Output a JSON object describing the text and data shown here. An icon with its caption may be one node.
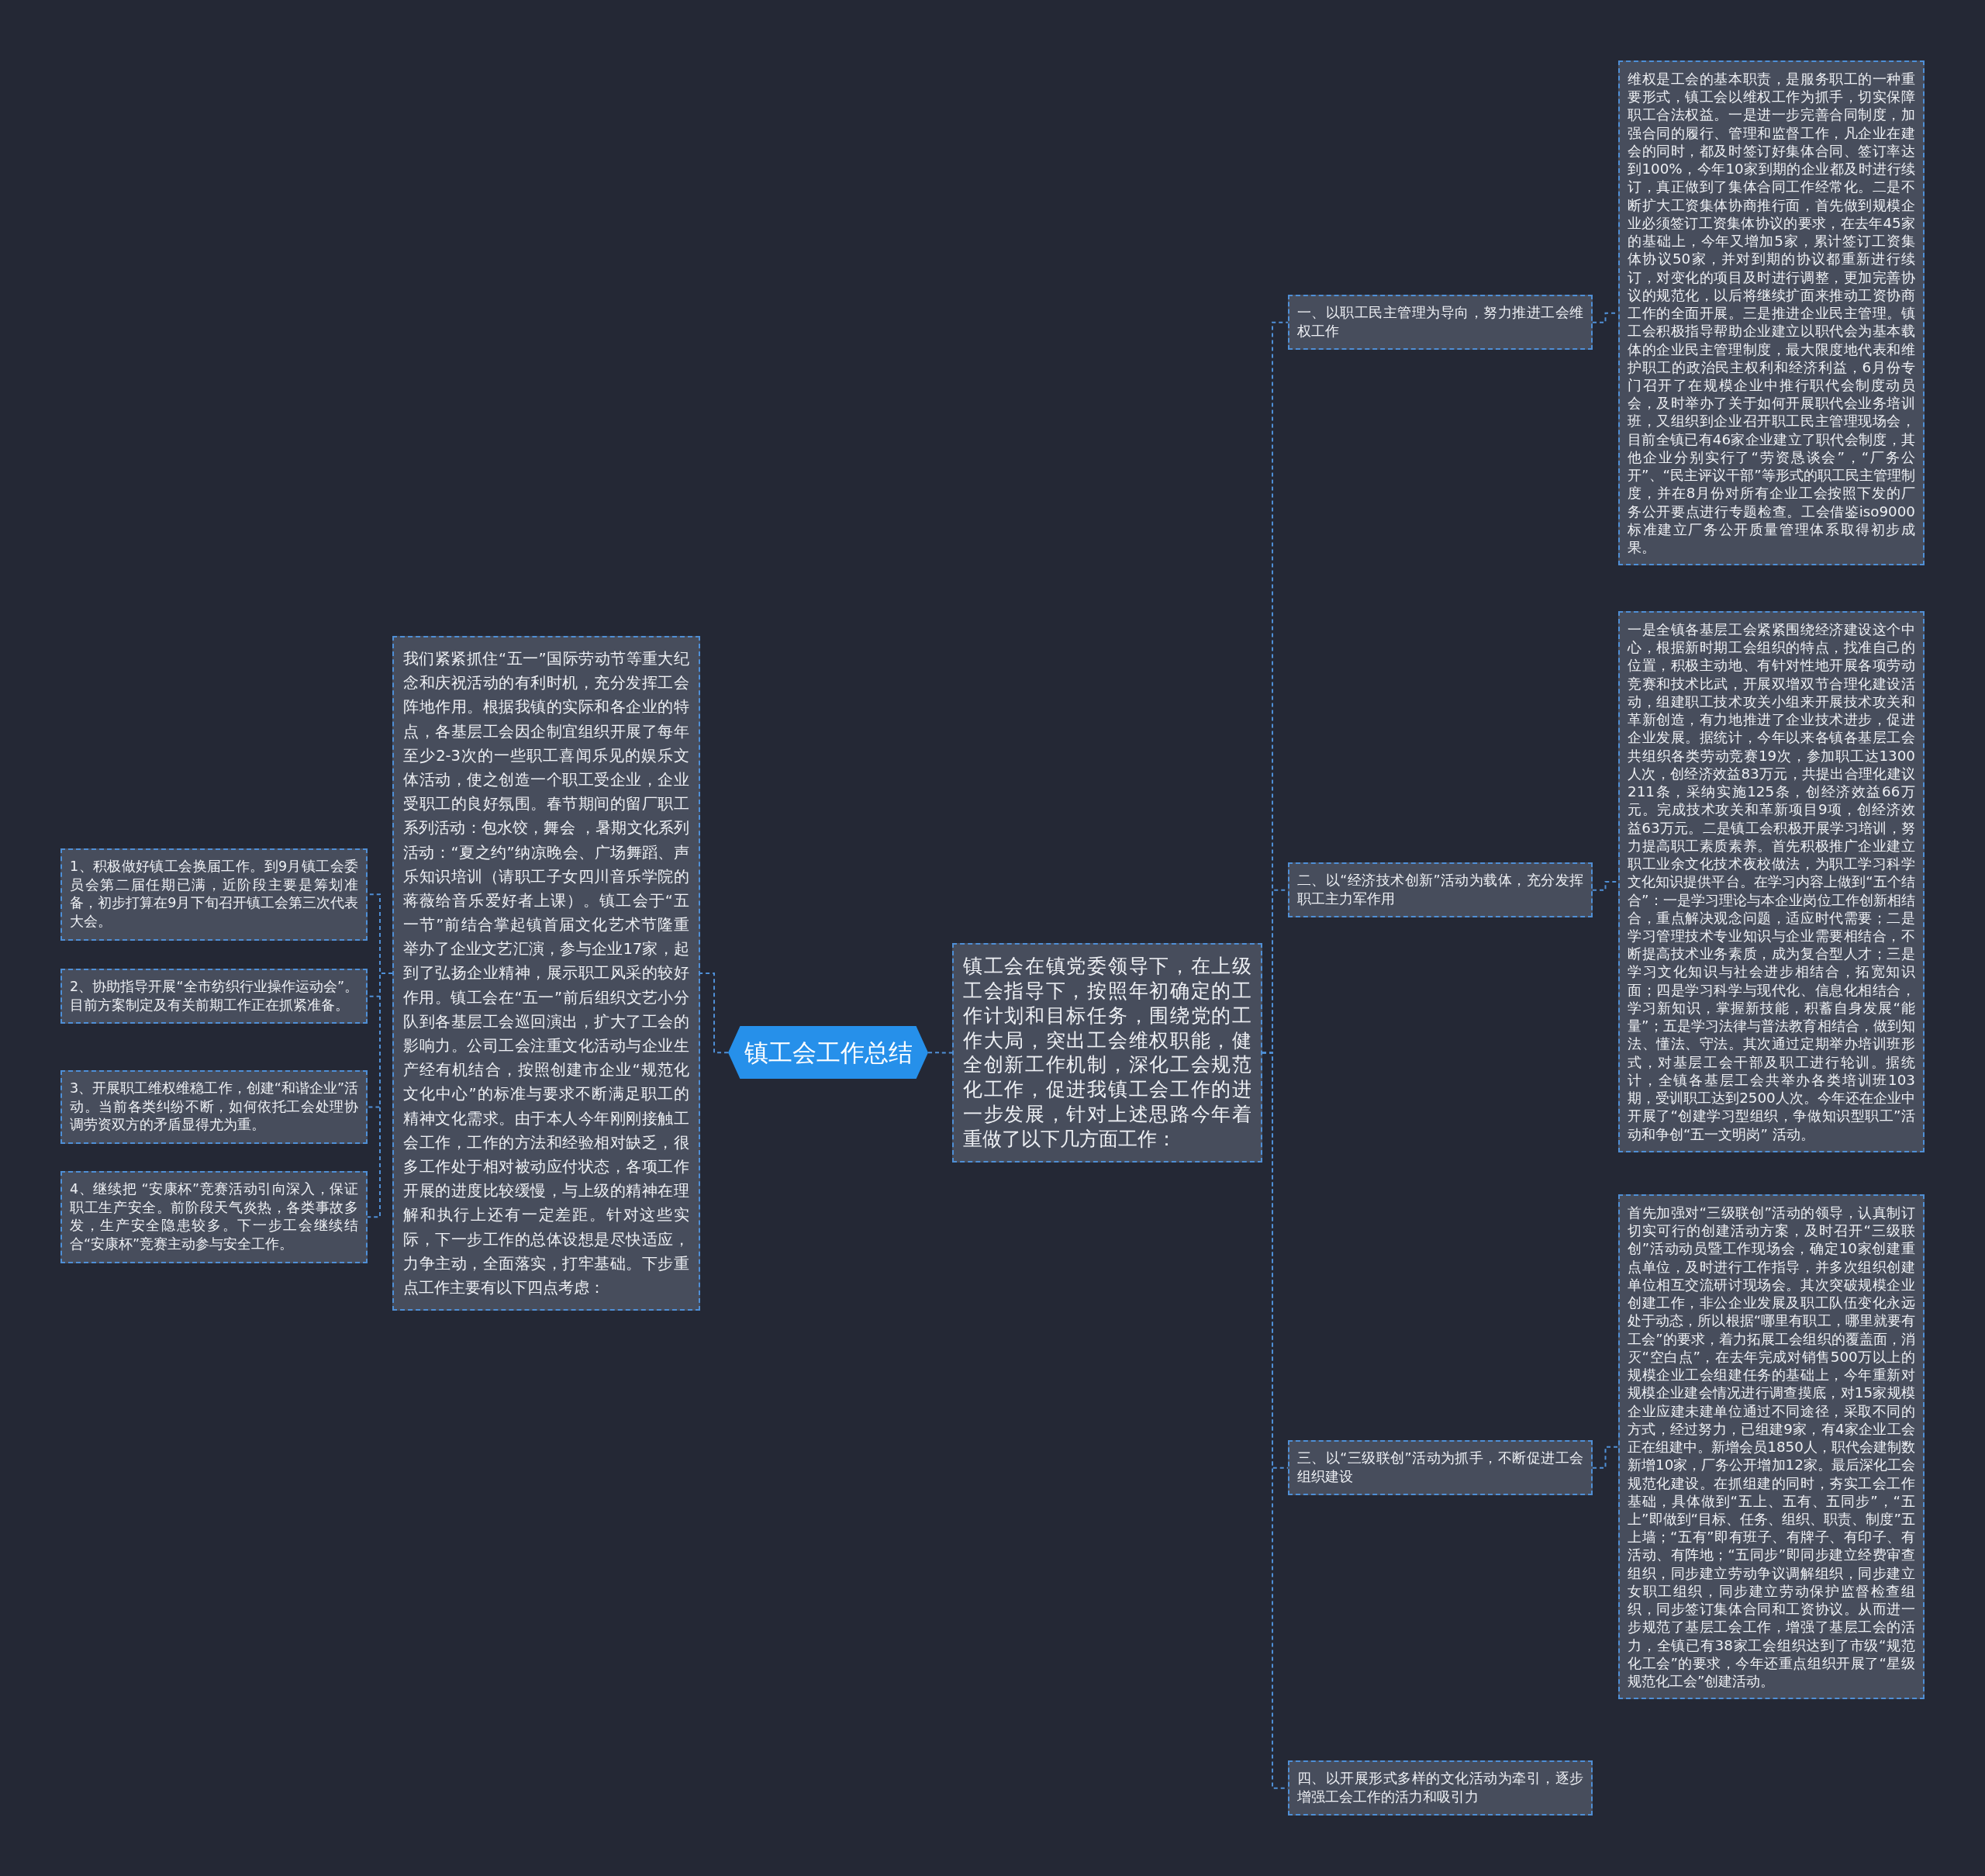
{
  "diagram": {
    "nodes": [
      {
        "text": [
          "镇工会工作总结"
        ]
      },
      {
        "text": [
          "我们紧紧抓住“五一”国际劳动节等重大纪念和庆祝活动的有利时机，充分发挥工会阵地作用。根据我镇的实际和各企业的特点，各基层工会因企制宜组织开展了每年至少2-3次的一些职工喜闻乐见的娱乐文体活动，使之创造一个职工受企业，企业受职工的良好氛围。春节期间的留厂职工系列活动：包水饺，舞会 ，暑期文化系列活动：“夏之约”纳凉晚会、广场舞蹈、声乐知识培训（请职工子女四川音乐学院的蒋薇给音乐爱好者上课）。镇工会于“五一节”前结合掌起镇首届文化艺术节隆重举办了企业文艺汇演，参与企业17家，起到了弘扬企业精神，展示职工风采的较好作用。镇工会在“五一”前后组织文艺小分队到各基层工会巡回演出，扩大了工会的影响力。公司工会注重文化活动与企业生产经有机结合，按照创建市企业“规范化文化中心”的标准与要求不断满足职工的精神文化需求。由于本人今年刚刚接触工会工作，工作的方法和经验相对缺乏，很多工作处于相对被动应付状态，各项工作开展的进度比较缓慢，与上级的精神在理解和执行上还有一定差距。针对这些实际，下一步工作的总体设想是尽快适应，力争主动，全面落实，打牢基础。下步重点工作主要有以下四点考虑："
        ]
      },
      {
        "text": [
          "1、积极做好镇工会换届工作。到9月镇工会委员会第二届任期已满，近阶段主要是筹划准备，初步打算在9月下旬召开镇工会第三次代表大会。"
        ]
      },
      {
        "text": [
          "2、协助指导开展“全市纺织行业操作运动会”。目前方案制定及有关前期工作正在抓紧准备。"
        ]
      },
      {
        "text": [
          "3、开展职工维权维稳工作，创建“和谐企业”活动。当前各类纠纷不断，如何依托工会处理协调劳资双方的矛盾显得尤为重。"
        ]
      },
      {
        "text": [
          "4、继续把 “安康杯”竞赛活动引向深入，保证职工生产安全。前阶段天气炎热，各类事故多发，生产安全隐患较多。下一步工会继续结合“安康杯”竞赛主动参与安全工作。"
        ]
      },
      {
        "text": [
          "镇工会在镇党委领导下，在上级工会指导下，按照年初确定的工作计划和目标任务，围绕党的工作大局，突出工会维权职能，健全创新工作机制，深化工会规范化工作，促进我镇工会工作的进一步发展，针对上述思路今年着重做了以下几方面工作："
        ]
      },
      {
        "text": [
          "一、以职工民主管理为导向，努力推进工会维权工作"
        ]
      },
      {
        "text": [
          "维权是工会的基本职责，是服务职工的一种重要形式，镇工会以维权工作为抓手，切实保障职工合法权益。一是进一步完善合同制度，加强合同的履行、管理和监督工作，凡企业在建会的同时，都及时签订好集体合同、签订率达到100%，今年10家到期的企业都及时进行续订，真正做到了集体合同工作经常化。二是不断扩大工资集体协商推行面，首先做到规模企业必须签订工资集体协议的要求，在去年45家的基础上，今年又增加5家，累计签订工资集体协议50家，并对到期的协议都重新进行续订，对变化的项目及时进行调整，更加完善协议的规范化，以后将继续扩面来推动工资协商工作的全面开展。三是推进企业民主管理。镇工会积极指导帮助企业建立以职代会为基本载体的企业民主管理制度，最大限度地代表和维护职工的政治民主权利和经济利益，6月份专门召开了在规模企业中推行职代会制度动员会，及时举办了关于如何开展职代会业务培训班，又组织到企业召开职工民主管理现场会，目前全镇已有46家企业建立了职代会制度，其他企业分别实行了“劳资恳谈会”，“厂务公开”、“民主评议干部”等形式的职工民主管理制度，并在8月份对所有企业工会按照下发的厂务公开要点进行专题检查。工会借鉴iso9000标准建立厂务公开质量管理体系取得初步成果。"
        ]
      },
      {
        "text": [
          "二、以“经济技术创新”活动为载体，充分发挥职工主力军作用"
        ]
      },
      {
        "text": [
          "一是全镇各基层工会紧紧围绕经济建设这个中心，根据新时期工会组织的特点，找准自己的位置，积极主动地、有针对性地开展各项劳动竞赛和技术比武，开展双增双节合理化建设活动，组建职工技术攻关小组来开展技术攻关和革新创造，有力地推进了企业技术进步，促进企业发展。据统计，今年以来各镇各基层工会共组织各类劳动竞赛19次，参加职工达1300人次，创经济效益83万元，共提出合理化建议211条，采纳实施125条，创经济效益66万元。完成技术攻关和革新项目9项，创经济效益63万元。二是镇工会积极开展学习培训，努力提高职工素质素养。首先积极推广企业建立职工业余文化技术夜校做法，为职工学习科学文化知识提供平台。在学习内容上做到“五个结合”：一是学习理论与本企业岗位工作创新相结合，重点解决观念问题，适应时代需要；二是学习管理技术专业知识与企业需要相结合，不断提高技术业务素质，成为复合型人才；三是学习文化知识与社会进步相结合，拓宽知识面；四是学习科学与现代化、信息化相结合，学习新知识，掌握新技能，积蓄自身发展“能量”；五是学习法律与普法教育相结合，做到知法、懂法、守法。其次通过定期举办培训班形式，对基层工会干部及职工进行轮训。据统计，全镇各基层工会共举办各类培训班103期，受训职工达到2500人次。今年还在企业中开展了“创建学习型组织，争做知识型职工”活动和争创“五一文明岗” 活动。"
        ]
      },
      {
        "text": [
          "三、以“三级联创”活动为抓手，不断促进工会组织建设"
        ]
      },
      {
        "text": [
          "首先加强对“三级联创”活动的领导，认真制订切实可行的创建活动方案，及时召开“三级联创”活动动员暨工作现场会，确定10家创建重点单位，及时进行工作指导，并多次组织创建单位相互交流研讨现场会。其次突破规模企业创建工作，非公企业发展及职工队伍变化永远处于动态，所以根据“哪里有职工，哪里就要有工会”的要求，着力拓展工会组织的覆盖面，消灭“空白点”，在去年完成对销售500万以上的规模企业工会组建任务的基础上，今年重新对规模企业建会情况进行调查摸底，对15家规模企业应建未建单位通过不同途径，采取不同的方式，经过努力，已组建9家，有4家企业工会正在组建中。新增会员1850人，职代会建制数新增10家，厂务公开增加12家。最后深化工会规范化建设。在抓组建的同时，夯实工会工作基础，具体做到“五上、五有、五同步”，“五上”即做到“目标、任务、组织、职责、制度”五上墙；“五有”即有班子、有牌子、有印子、有活动、有阵地；“五同步”即同步建立经费审查组织，同步建立劳动争议调解组织，同步建立女职工组织，同步建立劳动保护监督检查组织，同步签订集体合同和工资协议。从而进一步规范了基层工会工作，增强了基层工会的活力，全镇已有38家工会组织达到了市级“规范化工会”的要求，今年还重点组织开展了“星级规范化工会”创建活动。"
        ]
      },
      {
        "text": [
          "四、以开展形式多样的文化活动为牵引，逐步增强工会工作的活力和吸引力"
        ]
      }
    ],
    "edges": [
      {
        "from": 0,
        "to": 1,
        "arrow": "none"
      },
      {
        "from": 1,
        "to": 2,
        "arrow": "none"
      },
      {
        "from": 1,
        "to": 3,
        "arrow": "none"
      },
      {
        "from": 1,
        "to": 4,
        "arrow": "none"
      },
      {
        "from": 1,
        "to": 5,
        "arrow": "none"
      },
      {
        "from": 0,
        "to": 6,
        "arrow": "none"
      },
      {
        "from": 6,
        "to": 7,
        "arrow": "none"
      },
      {
        "from": 7,
        "to": 8,
        "arrow": "none"
      },
      {
        "from": 6,
        "to": 9,
        "arrow": "none"
      },
      {
        "from": 9,
        "to": 10,
        "arrow": "none"
      },
      {
        "from": 6,
        "to": 11,
        "arrow": "none"
      },
      {
        "from": 11,
        "to": 12,
        "arrow": "none"
      },
      {
        "from": 6,
        "to": 13,
        "arrow": "none"
      }
    ]
  }
}
